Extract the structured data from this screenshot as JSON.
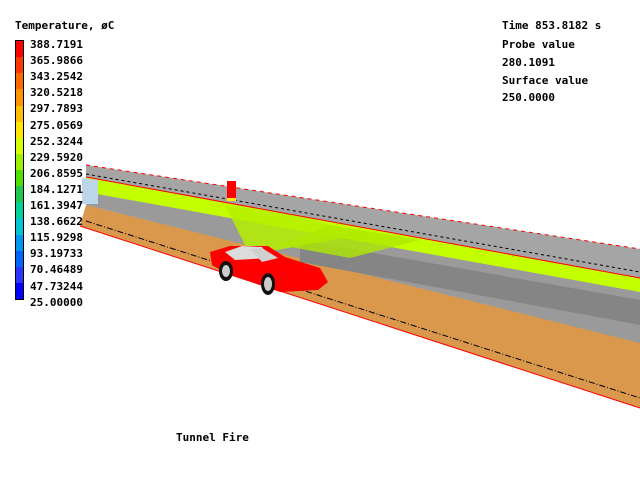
{
  "colorbar": {
    "title": "Temperature, øC",
    "labels": [
      "388.7191",
      "365.9866",
      "343.2542",
      "320.5218",
      "297.7893",
      "275.0569",
      "252.3244",
      "229.5920",
      "206.8595",
      "184.1271",
      "161.3947",
      "138.6622",
      "115.9298",
      "93.19733",
      "70.46489",
      "47.73244",
      "25.00000"
    ],
    "colors": [
      "#ff0000",
      "#ff3a00",
      "#ff6a00",
      "#ff9400",
      "#ffbe00",
      "#ffe600",
      "#d8ff00",
      "#9cf000",
      "#50e000",
      "#20c850",
      "#00d29a",
      "#00c4d2",
      "#0096f0",
      "#0066ff",
      "#2a36ff",
      "#0000ff"
    ]
  },
  "info": {
    "time": "Time 853.8182 s",
    "probe_label": "Probe value",
    "probe_value": "280.1091",
    "surface_label": "Surface value",
    "surface_value": "250.0000"
  },
  "caption": "Tunnel Fire"
}
